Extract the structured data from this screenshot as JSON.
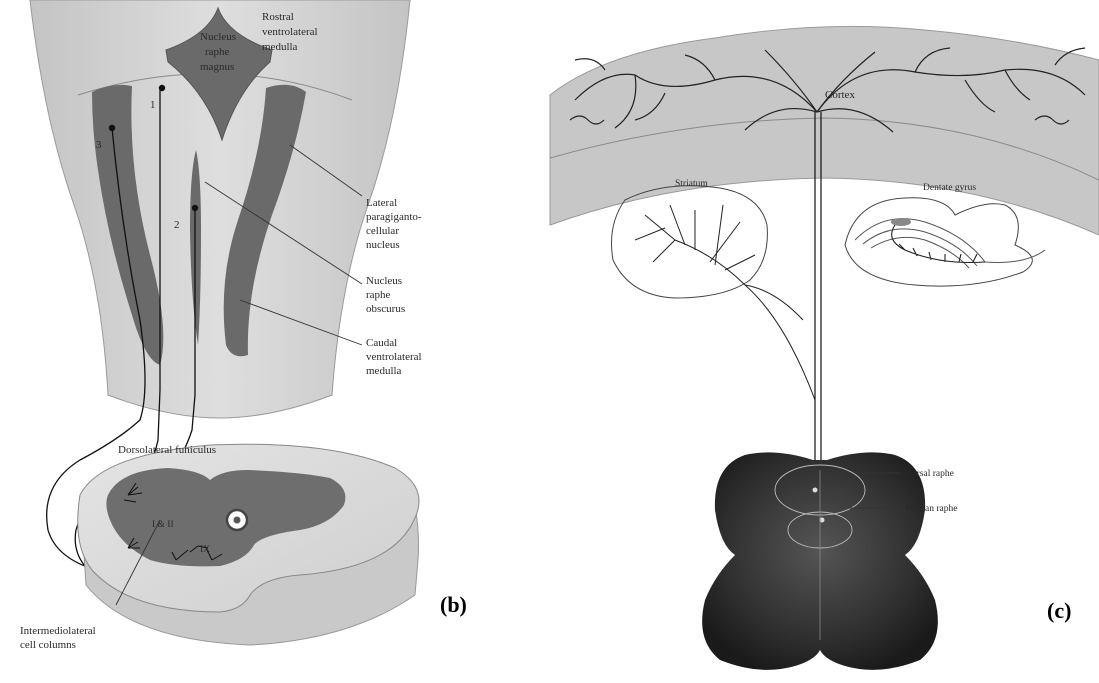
{
  "panel_b": {
    "letter": "(b)",
    "labels": {
      "nucleus_raphe_magnus": [
        "Nucleus",
        "raphe",
        "magnus"
      ],
      "rostral_ventrolateral_medulla": [
        "Rostral",
        "ventrolateral",
        "medulla"
      ],
      "lateral_paragiganto": [
        "Lateral",
        "paragiganto-",
        "cellular",
        "nucleus"
      ],
      "nucleus_raphe_obscurus": [
        "Nucleus",
        "raphe",
        "obscurus"
      ],
      "caudal_ventrolateral_medulla": [
        "Caudal",
        "ventrolateral",
        "medulla"
      ],
      "dorsolateral_funiculus": "Dorsolateral funiculus",
      "laminae_1_2": "I & II",
      "lamina_9": "IX",
      "intermediolateral": [
        "Intermediolateral",
        "cell columns"
      ],
      "pathway_1": "1",
      "pathway_2": "2",
      "pathway_3": "3"
    }
  },
  "panel_c": {
    "letter": "(c)",
    "labels": {
      "cortex": "Cortex",
      "striatum": "Striatum",
      "dentate_gyrus": "Dentate gyrus",
      "dorsal_raphe": "Dorsal raphe",
      "median_raphe": "Median raphe"
    }
  }
}
